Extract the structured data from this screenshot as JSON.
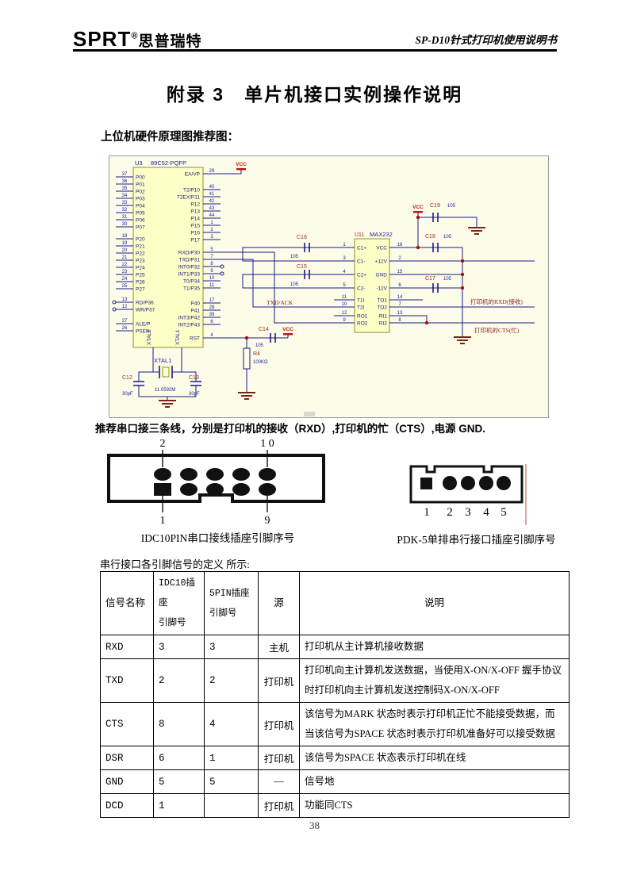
{
  "header": {
    "brand": "SPRT",
    "reg": "®",
    "brand_cn": "思普瑞特",
    "doc_title": "SP-D10针式打印机使用说明书"
  },
  "title": "附录 3　单片机接口实例操作说明",
  "section1": "上位机硬件原理图推荐图：",
  "s": {
    "u3": {
      "ref": "U3",
      "part": "89C52-PQFP",
      "pA": [
        [
          "37",
          "P00"
        ],
        [
          "36",
          "P01"
        ],
        [
          "35",
          "P02"
        ],
        [
          "34",
          "P03"
        ],
        [
          "33",
          "P04"
        ],
        [
          "32",
          "P05"
        ],
        [
          "31",
          "P06"
        ],
        [
          "30",
          "P07"
        ]
      ],
      "pB": [
        [
          "18",
          "P20"
        ],
        [
          "19",
          "P21"
        ],
        [
          "20",
          "P22"
        ],
        [
          "21",
          "P23"
        ],
        [
          "22",
          "P24"
        ],
        [
          "23",
          "P25"
        ],
        [
          "24",
          "P26"
        ],
        [
          "25",
          "P27"
        ]
      ],
      "pC": [
        [
          "13",
          "RD/P36"
        ],
        [
          "12",
          "WR/P37"
        ],
        [
          "27",
          "ALE/P"
        ],
        [
          "26",
          "PSEN"
        ]
      ],
      "pR1": [
        [
          "29",
          "EA/VP"
        ]
      ],
      "pR2": [
        [
          "40",
          "T2/P10"
        ],
        [
          "41",
          "T2EX/P11"
        ],
        [
          "42",
          "P12"
        ],
        [
          "43",
          "P13"
        ],
        [
          "44",
          "P14"
        ],
        [
          "1",
          "P15"
        ],
        [
          "2",
          "P16"
        ],
        [
          "3",
          "P17"
        ]
      ],
      "pR3": [
        [
          "5",
          "RXD/P30"
        ],
        [
          "7",
          "TXD/P31"
        ],
        [
          "8",
          "INT0/P32"
        ],
        [
          "9",
          "INT1/P33"
        ],
        [
          "10",
          "T0/P34"
        ],
        [
          "11",
          "T1/P35"
        ]
      ],
      "pR4": [
        [
          "17",
          "P40"
        ],
        [
          "28",
          "P41"
        ],
        [
          "39",
          "INT3/P42"
        ],
        [
          "6",
          "INT2/P43"
        ],
        [
          "4",
          "RST"
        ]
      ],
      "xpins": [
        "XTAL2",
        "XTAL1"
      ]
    },
    "u11": {
      "ref": "U11",
      "part": "MAX232",
      "pL": [
        [
          "1",
          "C1+"
        ],
        [
          "3",
          "C1-"
        ],
        [
          "4",
          "C2+"
        ],
        [
          "5",
          "C2-"
        ],
        [
          "11",
          "T1I"
        ],
        [
          "10",
          "T2I"
        ],
        [
          "12",
          "RO1"
        ],
        [
          "9",
          "RO2"
        ]
      ],
      "pR": [
        [
          "16",
          "VCC"
        ],
        [
          "2",
          "+12V"
        ],
        [
          "15",
          "GND"
        ],
        [
          "6",
          "-12V"
        ],
        [
          "14",
          "TO1"
        ],
        [
          "7",
          "TO2"
        ],
        [
          "13",
          "RI1"
        ],
        [
          "8",
          "RI2"
        ]
      ]
    },
    "vcc": "VCC",
    "txd_ack": "TXD/ACK",
    "to_printer_rxd": "打印机的RXD(接收)",
    "to_printer_cts": "打印机的CTS(忙)",
    "xtal": [
      "XTAL1",
      "11.0592M"
    ],
    "c12": [
      "C12",
      "30pF"
    ],
    "c13": [
      "C13",
      "30pF"
    ],
    "c14": [
      "C14",
      "105"
    ],
    "c15": [
      "C15",
      "105"
    ],
    "c16": [
      "C16",
      "105"
    ],
    "c17": [
      "C17",
      "105"
    ],
    "c18": [
      "C18",
      "105"
    ],
    "c19": [
      "C19",
      "105"
    ],
    "r4": [
      "R4",
      "100KΩ"
    ]
  },
  "note": "推荐串口接三条线，分别是打印机的接收（RXD）,打印机的忙（CTS）,电源 GND.",
  "connectors": {
    "idc10": {
      "caption": "IDC10PIN串口接线插座引脚序号",
      "labels": {
        "t2": "2",
        "t10": "1 0",
        "b1": "1",
        "b9": "9"
      }
    },
    "pdk5": {
      "caption": "PDK-5单排串行接口插座引脚序号",
      "pins": [
        "1",
        "2",
        "3",
        "4",
        "5"
      ]
    }
  },
  "table": {
    "intro": "串行接口各引脚信号的定义 所示:",
    "headers": [
      "信号名称",
      "IDC10插座\n引脚号",
      "5PIN插座\n引脚号",
      "源",
      "说明"
    ],
    "rows": [
      [
        "RXD",
        "3",
        "3",
        "主机",
        "打印机从主计算机接收数据"
      ],
      [
        "TXD",
        "2",
        "2",
        "打印机",
        "打印机向主计算机发送数据，当使用X-ON/X-OFF 握手协议时打印机向主计算机发送控制码X-ON/X-OFF"
      ],
      [
        "CTS",
        "8",
        "4",
        "打印机",
        "该信号为MARK 状态时表示打印机正忙不能接受数据，而当该信号为SPACE 状态时表示打印机准备好可以接受数据"
      ],
      [
        "DSR",
        "6",
        "1",
        "打印机",
        "该信号为SPACE 状态表示打印机在线"
      ],
      [
        "GND",
        "5",
        "5",
        "—",
        "信号地"
      ],
      [
        "DCD",
        "1",
        "",
        "打印机",
        "功能同CTS"
      ]
    ]
  },
  "page_number": "38"
}
